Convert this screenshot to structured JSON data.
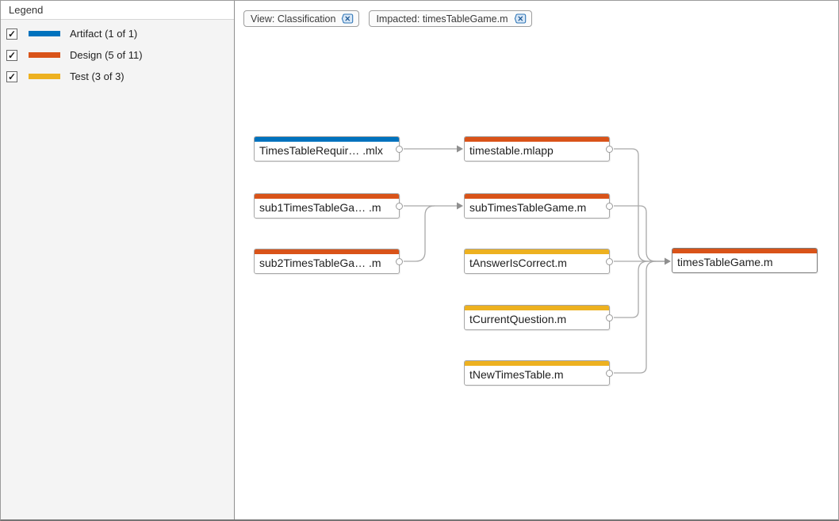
{
  "legend": {
    "title": "Legend",
    "items": [
      {
        "label": "Artifact (1 of 1)",
        "checked": true,
        "type": "artifact"
      },
      {
        "label": "Design (5 of 11)",
        "checked": true,
        "type": "design"
      },
      {
        "label": "Test (3 of 3)",
        "checked": true,
        "type": "test"
      }
    ],
    "check_glyph": "✓"
  },
  "filters": [
    {
      "label": "View: Classification"
    },
    {
      "label": "Impacted: timesTableGame.m"
    }
  ],
  "colors": {
    "artifact": "#0072BD",
    "design": "#D95319",
    "test": "#EDB120",
    "edge": "#A9A9A9",
    "chip_icon_fill": "#D9E8F7",
    "chip_icon_stroke": "#2E75B6"
  },
  "graph": {
    "nodes": [
      {
        "label": "TimesTableRequir… .mlx",
        "type": "artifact"
      },
      {
        "label": "timestable.mlapp",
        "type": "design"
      },
      {
        "label": "sub1TimesTableGa… .m",
        "type": "design"
      },
      {
        "label": "subTimesTableGame.m",
        "type": "design"
      },
      {
        "label": "sub2TimesTableGa… .m",
        "type": "design"
      },
      {
        "label": "tAnswerIsCorrect.m",
        "type": "test"
      },
      {
        "label": "tCurrentQuestion.m",
        "type": "test"
      },
      {
        "label": "tNewTimesTable.m",
        "type": "test"
      },
      {
        "label": "timesTableGame.m",
        "type": "design",
        "selected": true
      }
    ],
    "edges": [
      {
        "from": "TimesTableRequir… .mlx",
        "to": "timestable.mlapp"
      },
      {
        "from": "sub1TimesTableGa… .m",
        "to": "subTimesTableGame.m"
      },
      {
        "from": "sub2TimesTableGa… .m",
        "to": "subTimesTableGame.m"
      },
      {
        "from": "timestable.mlapp",
        "to": "timesTableGame.m"
      },
      {
        "from": "subTimesTableGame.m",
        "to": "timesTableGame.m"
      },
      {
        "from": "tAnswerIsCorrect.m",
        "to": "timesTableGame.m"
      },
      {
        "from": "tCurrentQuestion.m",
        "to": "timesTableGame.m"
      },
      {
        "from": "tNewTimesTable.m",
        "to": "timesTableGame.m"
      }
    ]
  }
}
